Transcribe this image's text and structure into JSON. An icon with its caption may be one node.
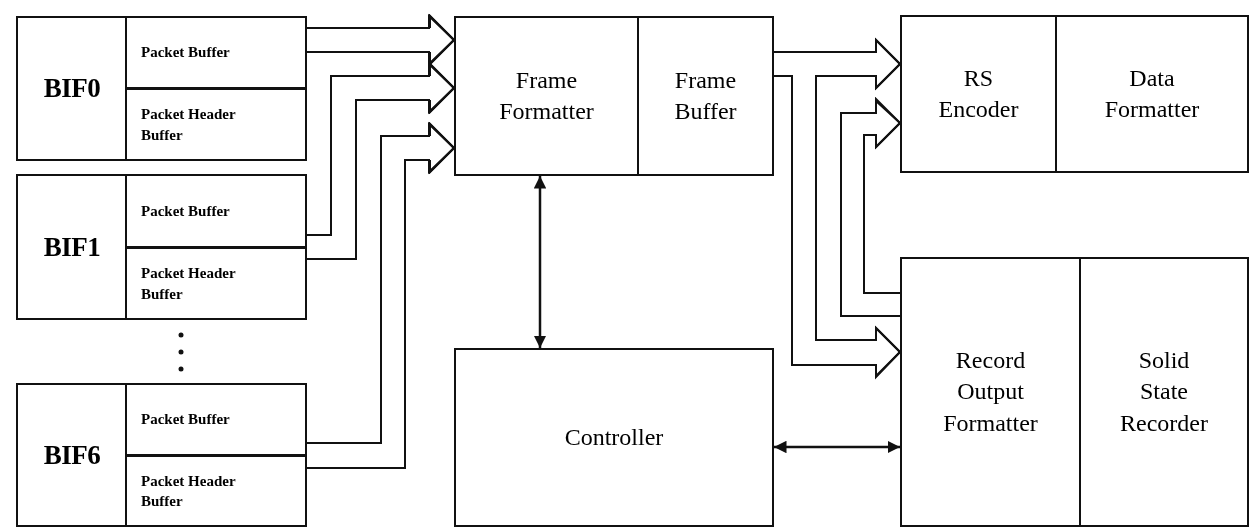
{
  "diagram": {
    "nodes": [
      {
        "text": [
          "BIF0"
        ]
      },
      {
        "text": [
          "Packet Buffer"
        ],
        "in": 0
      },
      {
        "text": [
          "Packet Header Buffer"
        ],
        "in": 0
      },
      {
        "text": [
          "BIF1"
        ]
      },
      {
        "text": [
          "Packet Buffer"
        ],
        "in": 3
      },
      {
        "text": [
          "Packet Header Buffer"
        ],
        "in": 3
      },
      {
        "text": [
          "BIF6"
        ]
      },
      {
        "text": [
          "Packet Buffer"
        ],
        "in": 6
      },
      {
        "text": [
          "Packet Header Buffer"
        ],
        "in": 6
      },
      {
        "text": [
          "Frame Formatter"
        ]
      },
      {
        "text": [
          "Frame Buffer"
        ]
      },
      {
        "text": [
          "RS Encoder"
        ]
      },
      {
        "text": [
          "Data Formatter"
        ]
      },
      {
        "text": [
          "Controller"
        ]
      },
      {
        "text": [
          "Record Output Formatter"
        ]
      },
      {
        "text": [
          "Solid State Recorder"
        ]
      }
    ],
    "edges": [
      {
        "from": 1,
        "to": 9,
        "arrow": "to"
      },
      {
        "from": 1,
        "to": 9,
        "arrow": "to"
      },
      {
        "from": 4,
        "to": 9,
        "arrow": "to"
      },
      {
        "from": 5,
        "to": 9,
        "arrow": "to"
      },
      {
        "from": 7,
        "to": 9,
        "arrow": "to"
      },
      {
        "from": 8,
        "to": 9,
        "arrow": "to"
      },
      {
        "from": 10,
        "to": 11,
        "arrow": "to"
      },
      {
        "from": 10,
        "to": 14,
        "arrow": "to"
      },
      {
        "from": 14,
        "to": 11,
        "arrow": "to"
      },
      {
        "from": 9,
        "to": 13,
        "arrow": "both"
      },
      {
        "from": 13,
        "to": 14,
        "arrow": "both"
      }
    ]
  }
}
